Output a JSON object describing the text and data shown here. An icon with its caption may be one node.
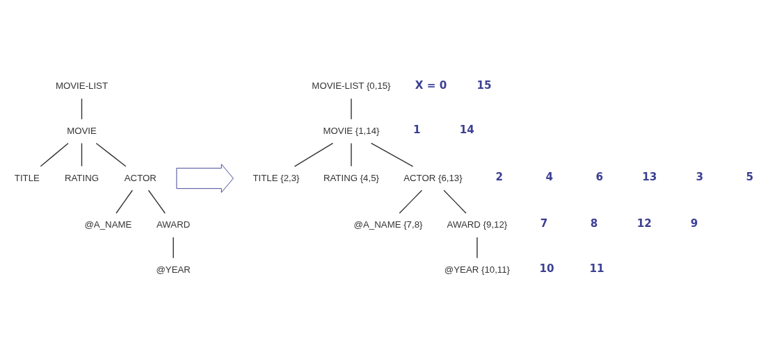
{
  "diagram": {
    "nodes": [
      {
        "text": [
          "MOVIE-LIST"
        ]
      },
      {
        "text": [
          "MOVIE"
        ]
      },
      {
        "text": [
          "TITLE"
        ]
      },
      {
        "text": [
          "RATING"
        ]
      },
      {
        "text": [
          "ACTOR"
        ]
      },
      {
        "text": [
          "@A_NAME"
        ]
      },
      {
        "text": [
          "AWARD"
        ]
      },
      {
        "text": [
          "@YEAR"
        ]
      },
      {
        "text": [],
        "shape": "arrow"
      },
      {
        "text": [
          "MOVIE-LIST {0,15}"
        ]
      },
      {
        "text": [
          "MOVIE {1,14}"
        ]
      },
      {
        "text": [
          "TITLE {2,3}"
        ]
      },
      {
        "text": [
          "RATING {4,5}"
        ]
      },
      {
        "text": [
          "ACTOR {6,13}"
        ]
      },
      {
        "text": [
          "@A_NAME {7,8}"
        ]
      },
      {
        "text": [
          "AWARD {9,12}"
        ]
      },
      {
        "text": [
          "@YEAR {10,11}"
        ]
      }
    ],
    "edges": [
      {
        "from": 0,
        "to": 1,
        "arrow": "none"
      },
      {
        "from": 1,
        "to": 2,
        "arrow": "none"
      },
      {
        "from": 1,
        "to": 3,
        "arrow": "none"
      },
      {
        "from": 1,
        "to": 4,
        "arrow": "none"
      },
      {
        "from": 4,
        "to": 5,
        "arrow": "none"
      },
      {
        "from": 4,
        "to": 6,
        "arrow": "none"
      },
      {
        "from": 6,
        "to": 7,
        "arrow": "none"
      },
      {
        "from": 9,
        "to": 10,
        "arrow": "none"
      },
      {
        "from": 10,
        "to": 11,
        "arrow": "none"
      },
      {
        "from": 10,
        "to": 12,
        "arrow": "none"
      },
      {
        "from": 10,
        "to": 13,
        "arrow": "none"
      },
      {
        "from": 13,
        "to": 14,
        "arrow": "none"
      },
      {
        "from": 13,
        "to": 15,
        "arrow": "none"
      },
      {
        "from": 15,
        "to": 16,
        "arrow": "none"
      }
    ],
    "labels": [
      "X = 0",
      "15",
      "1",
      "14",
      "2",
      "4",
      "6",
      "13",
      "3",
      "5",
      "7",
      "8",
      "12",
      "9",
      "10",
      "11"
    ]
  }
}
